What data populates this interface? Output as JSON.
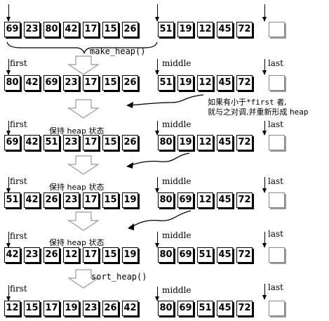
{
  "rows": [
    {
      "values": [
        "69",
        "23",
        "80",
        "42",
        "17",
        "15",
        "26",
        "51",
        "19",
        "12",
        "45",
        "72",
        ""
      ]
    },
    {
      "values": [
        "80",
        "42",
        "69",
        "23",
        "17",
        "15",
        "26",
        "51",
        "19",
        "12",
        "45",
        "72",
        ""
      ]
    },
    {
      "values": [
        "69",
        "42",
        "51",
        "23",
        "17",
        "15",
        "26",
        "80",
        "19",
        "12",
        "45",
        "72",
        ""
      ]
    },
    {
      "values": [
        "51",
        "42",
        "26",
        "23",
        "17",
        "15",
        "19",
        "80",
        "69",
        "12",
        "45",
        "72",
        ""
      ]
    },
    {
      "values": [
        "42",
        "23",
        "26",
        "12",
        "17",
        "15",
        "19",
        "80",
        "69",
        "51",
        "45",
        "72",
        ""
      ]
    },
    {
      "values": [
        "12",
        "15",
        "17",
        "19",
        "23",
        "26",
        "42",
        "80",
        "69",
        "51",
        "45",
        "72",
        ""
      ]
    }
  ],
  "labels": {
    "first": "first",
    "middle": "middle",
    "last": "last"
  },
  "ops": {
    "make_heap": "make_heap()",
    "sort_heap": "sort_heap()"
  },
  "notes": {
    "keep_heap": "保持 heap 状态",
    "swap_line1_a": "如果有小于",
    "swap_line1_b": "*first",
    "swap_line1_c": " 者,",
    "swap_line2_a": "就与之对调,并重新形成 ",
    "swap_line2_b": "heap"
  }
}
